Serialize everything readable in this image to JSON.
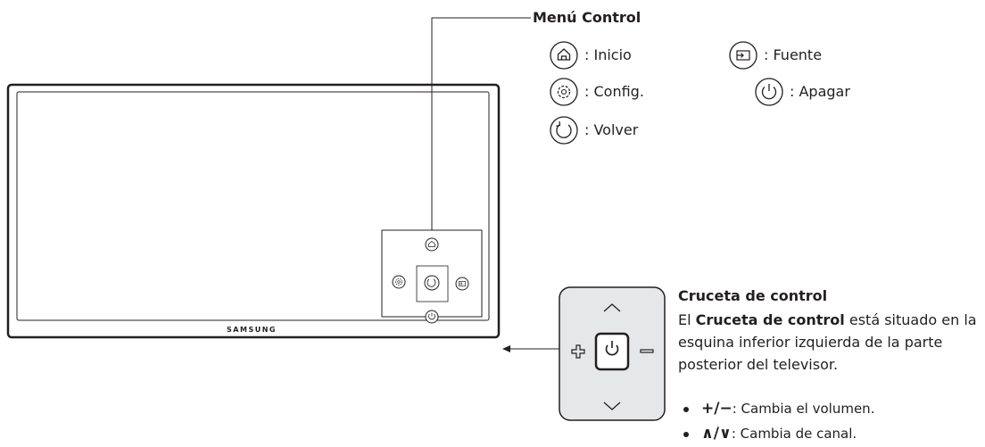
{
  "menu_control": {
    "title": "Menú Control",
    "items": [
      {
        "icon": "home-icon",
        "label": ": Inicio"
      },
      {
        "icon": "source-icon",
        "label": ": Fuente"
      },
      {
        "icon": "settings-icon",
        "label": ": Config."
      },
      {
        "icon": "power-icon",
        "label": ": Apagar"
      },
      {
        "icon": "return-icon",
        "label": ": Volver"
      }
    ]
  },
  "tv": {
    "brand": "SAMSUNG"
  },
  "cruceta": {
    "title": "Cruceta de control",
    "desc_prefix": "El ",
    "desc_bold": "Cruceta de control",
    "desc_suffix": " está situado en la esquina inferior izquierda de la parte posterior del televisor.",
    "bullets": [
      {
        "symbols": "+/−",
        "text": ": Cambia el volumen."
      },
      {
        "symbols": "∧/∨",
        "text": ": Cambia de canal."
      }
    ]
  }
}
